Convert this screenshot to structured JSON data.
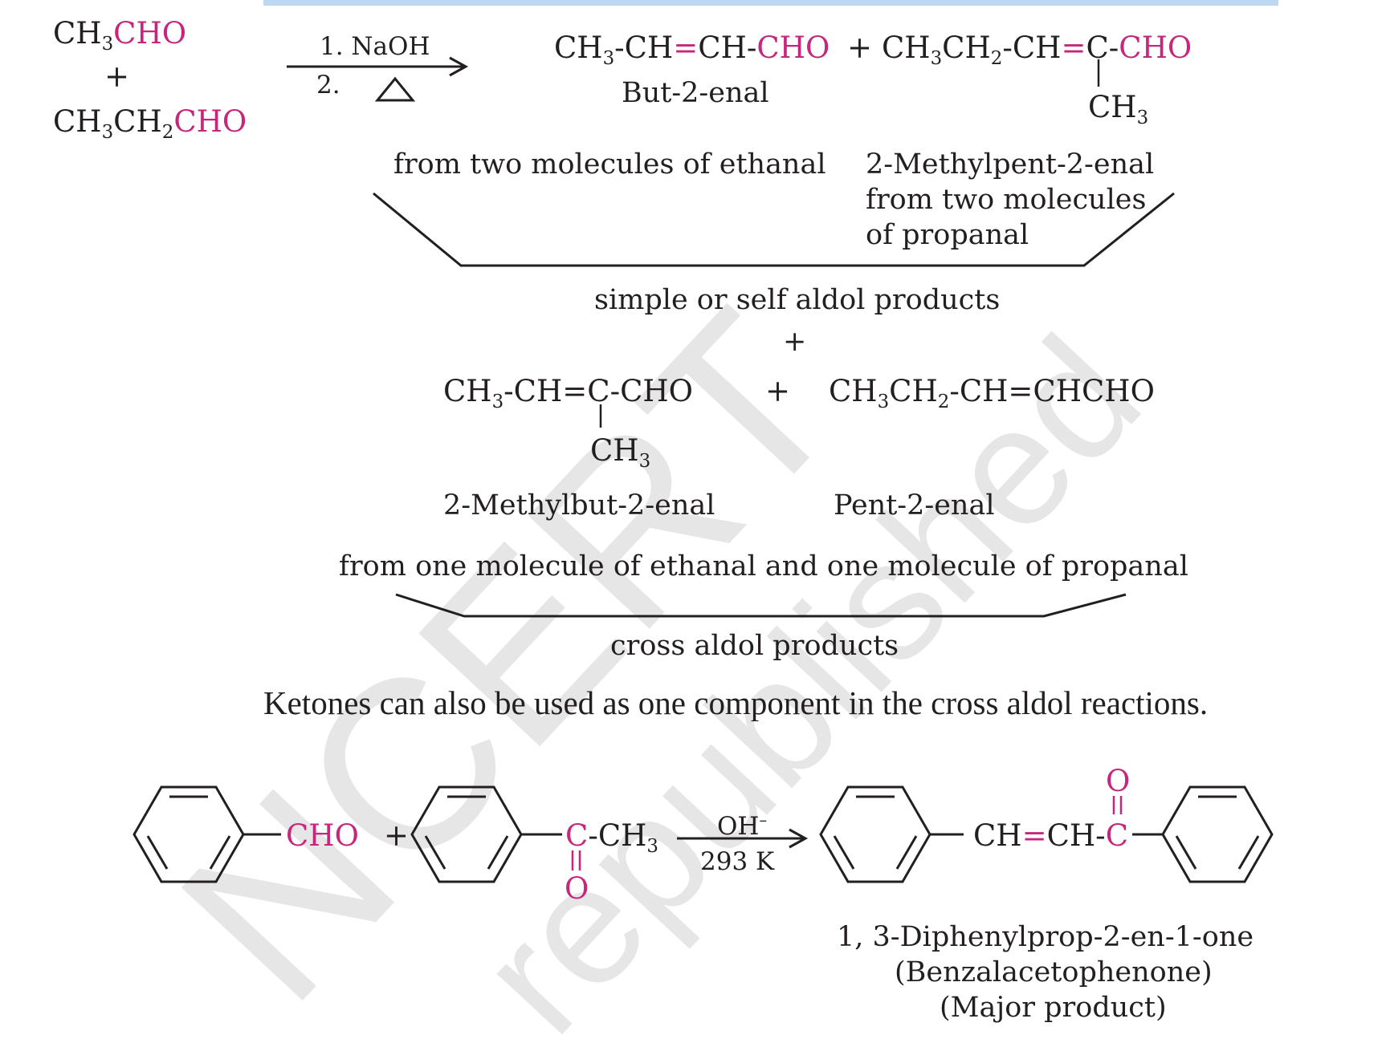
{
  "reactants": {
    "ethanal_prefix": "CH",
    "ethanal_sub": "3",
    "ethanal_group": "CHO",
    "plus": "+",
    "propanal_prefix": "CH",
    "propanal_sub1": "3",
    "propanal_mid": "CH",
    "propanal_sub2": "2",
    "propanal_group": "CHO"
  },
  "conditions": {
    "step1": "1. NaOH",
    "step2": "2."
  },
  "self_products": {
    "p1": {
      "a": "CH",
      "s1": "3",
      "b": "-CH",
      "eq": "=",
      "c": "CH-",
      "grp": "CHO"
    },
    "plus": "+",
    "p2": {
      "a": "CH",
      "s1": "3",
      "b": "CH",
      "s2": "2",
      "c": "-CH",
      "eq": "=",
      "d": "C-",
      "grp": "CHO",
      "branch": "CH",
      "branch_sub": "3"
    },
    "name1": "But-2-enal",
    "source1": "from two molecules of ethanal",
    "name2": "2-Methylpent-2-enal",
    "source2_line1": "from two molecules",
    "source2_line2": "of propanal",
    "bracket_label": "simple or self aldol products",
    "plus2": "+"
  },
  "cross_products": {
    "p1": {
      "a": "CH",
      "s1": "3",
      "b": "-CH=C-CHO",
      "branch": "CH",
      "branch_sub": "3"
    },
    "plus": "+",
    "p2": {
      "a": "CH",
      "s1": "3",
      "b": "CH",
      "s2": "2",
      "c": "-CH=CHCHO"
    },
    "name1": "2-Methylbut-2-enal",
    "name2": "Pent-2-enal",
    "source": "from one molecule of ethanal and one molecule of propanal",
    "bracket_label": "cross aldol products"
  },
  "paragraph": "Ketones can also be used as one component in the cross aldol reactions.",
  "ketone_reaction": {
    "benzaldehyde_group": "CHO",
    "plus": "+",
    "acetophenone_c": "C",
    "acetophenone_ch": "-CH",
    "acetophenone_sub": "3",
    "acetophenone_o": "O",
    "catalyst": "OH",
    "catalyst_sup": "–",
    "temperature": "293 K",
    "product_chain_a": "CH",
    "product_chain_eq": "=",
    "product_chain_b": "CH-",
    "product_c": "C",
    "product_o": "O",
    "name_line1": "1, 3-Diphenylprop-2-en-1-one",
    "name_line2": "(Benzalacetophenone)",
    "name_line3": "(Major product)"
  },
  "watermark": {
    "line1": "NCERT",
    "line2": "republished"
  },
  "colors": {
    "accent": "#c6267b",
    "text": "#231f20",
    "topbar": "#bcd7f2",
    "watermark": "#e6e6e6"
  }
}
